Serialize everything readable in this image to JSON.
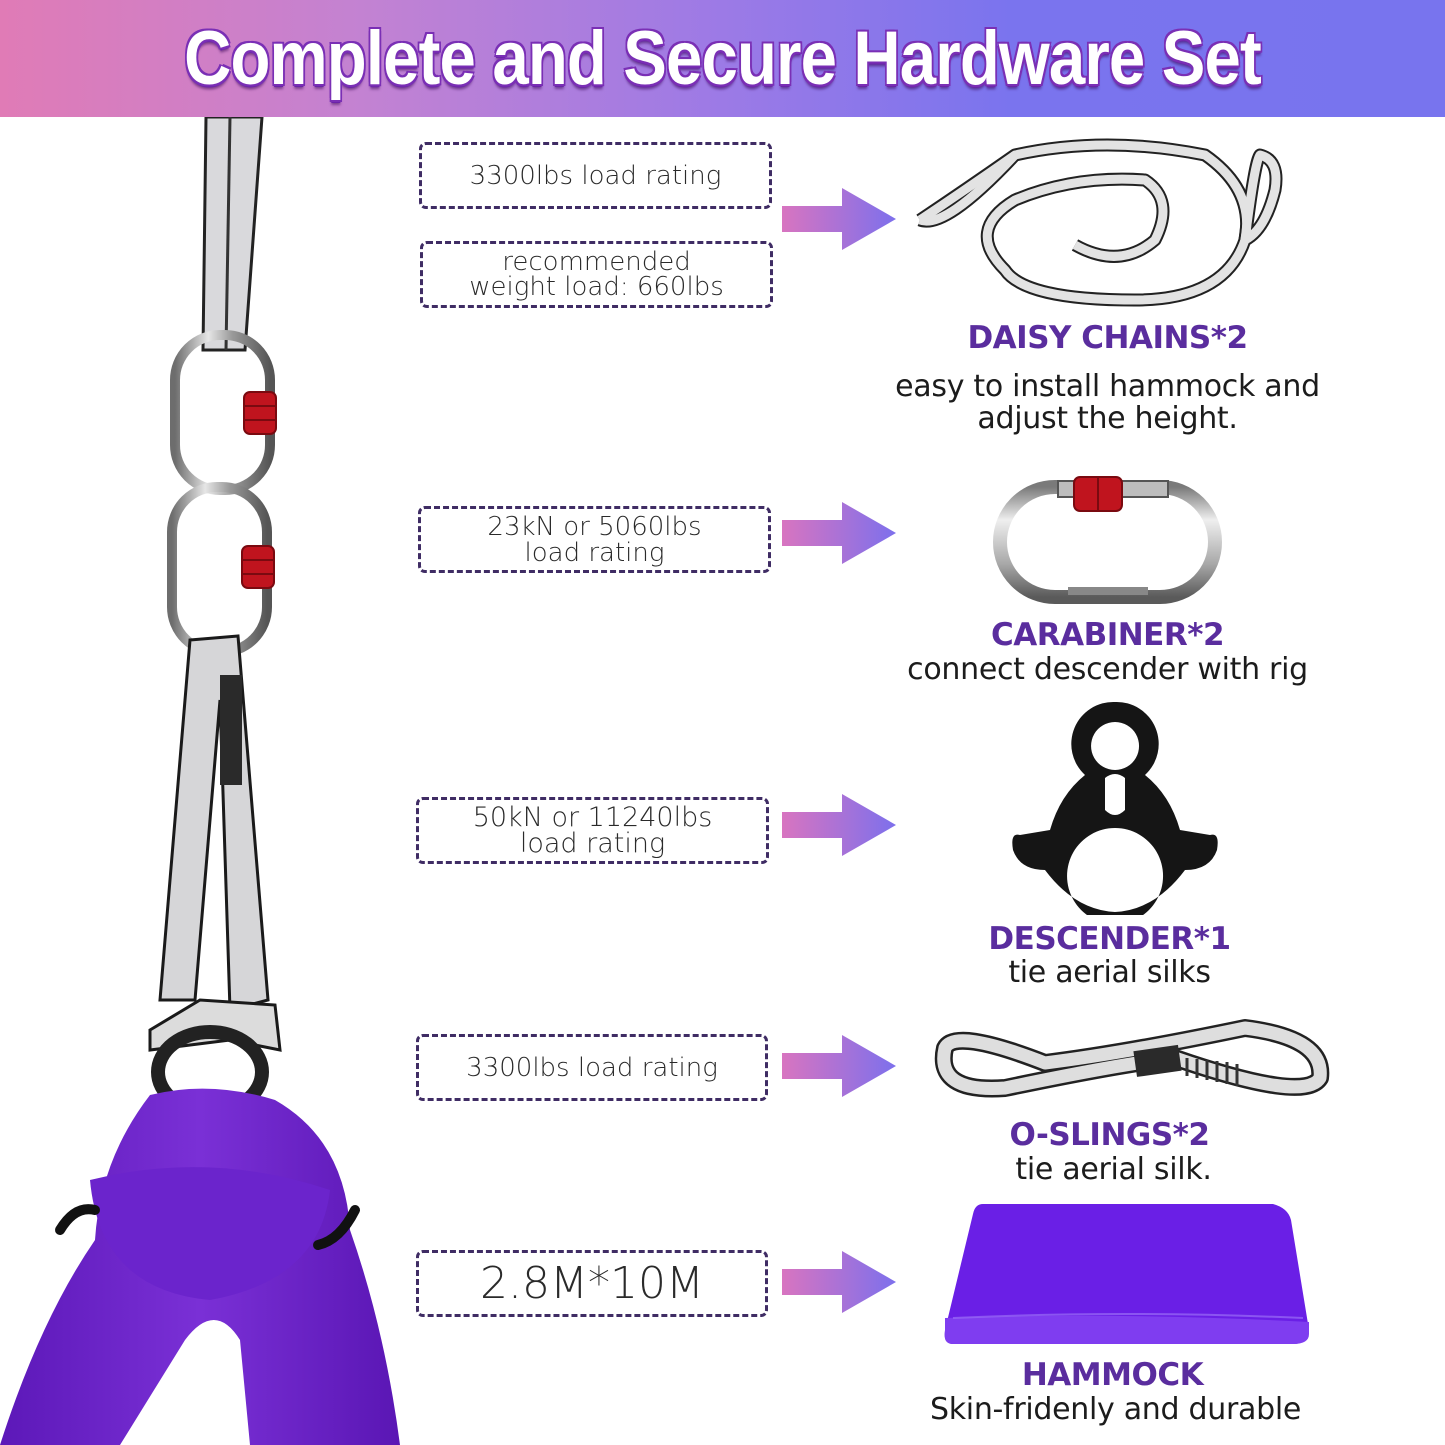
{
  "banner": {
    "title": "Complete and Secure Hardware Set",
    "gradient": [
      "#e07bb6",
      "#9c7ae6",
      "#7874ee"
    ],
    "outline_color": "#7a2fb5"
  },
  "colors": {
    "accent_title": "#5a2d9e",
    "box_border": "#3f2c64",
    "arrow_start": "#d874c0",
    "arrow_end": "#7d70ec",
    "hammock_purple": "#6a1fe6"
  },
  "specs": [
    {
      "lines": [
        "3300lbs load rating"
      ]
    },
    {
      "lines": [
        "recommended",
        "weight load: 660lbs"
      ]
    },
    {
      "lines": [
        "23kN or 5060lbs",
        "load rating"
      ]
    },
    {
      "lines": [
        "50kN or 11240lbs",
        "load rating"
      ]
    },
    {
      "lines": [
        "3300lbs load rating"
      ]
    },
    {
      "lines": [
        "2.8M*10M"
      ]
    }
  ],
  "items": [
    {
      "title": "DAISY CHAINS*2",
      "desc": [
        "easy to install hammock and",
        "adjust the height."
      ],
      "icon": "daisy-chain-icon"
    },
    {
      "title": "CARABINER*2",
      "desc": [
        "connect descender with rig"
      ],
      "icon": "carabiner-icon"
    },
    {
      "title": "DESCENDER*1",
      "desc": [
        "tie aerial silks"
      ],
      "icon": "descender-icon"
    },
    {
      "title": "O-SLINGS*2",
      "desc": [
        "tie aerial silk."
      ],
      "icon": "o-sling-icon"
    },
    {
      "title": "HAMMOCK",
      "desc": [
        "Skin-fridenly and durable"
      ],
      "icon": "hammock-fabric-icon"
    }
  ]
}
